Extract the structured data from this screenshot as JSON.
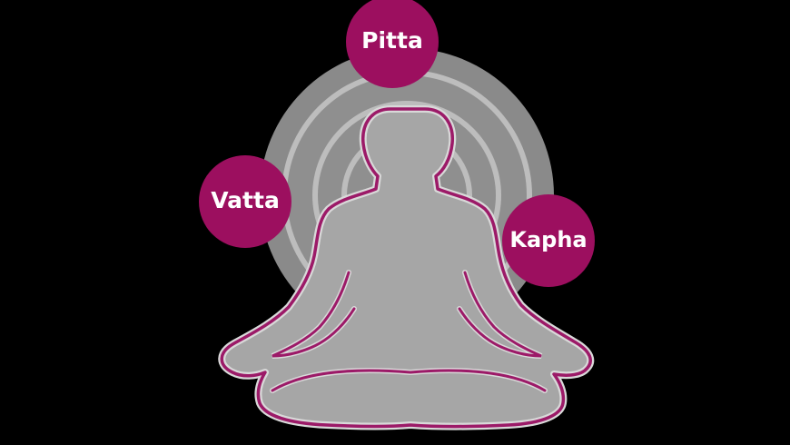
{
  "diagram": {
    "colors": {
      "background": "#000000",
      "ring_outer": "#8a8a8a",
      "ring_light": "#bdbdbd",
      "ring_mid": "#9a9a9a",
      "body_fill": "#a6a6a6",
      "outline_magenta": "#9c1a68",
      "outline_light": "#d9d9d9",
      "circle_fill": "#9c0f5f",
      "label_text": "#ffffff"
    },
    "doshas": [
      {
        "name": "Pitta"
      },
      {
        "name": "Vatta"
      },
      {
        "name": "Kapha"
      }
    ]
  }
}
